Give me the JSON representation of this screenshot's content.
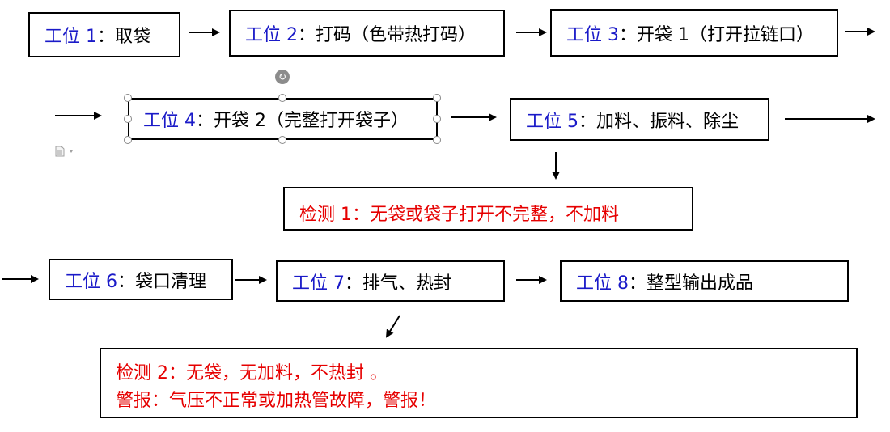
{
  "stations": [
    {
      "label": "工位 1",
      "sep": "：",
      "text": "取袋"
    },
    {
      "label": "工位 2",
      "sep": "：",
      "text": "打码（色带热打码）"
    },
    {
      "label": "工位 3",
      "sep": "：",
      "text": "开袋 1（打开拉链口）"
    },
    {
      "label": "工位 4",
      "sep": "：",
      "text": "开袋 2（完整打开袋子）"
    },
    {
      "label": "工位 5",
      "sep": "：",
      "text": "加料、振料、除尘"
    },
    {
      "label": "工位 6",
      "sep": "：",
      "text": "袋口清理"
    },
    {
      "label": "工位 7",
      "sep": "：",
      "text": "排气、热封"
    },
    {
      "label": "工位 8",
      "sep": "：",
      "text": "整型输出成品"
    }
  ],
  "detections": [
    {
      "lines": [
        "检测 1：无袋或袋子打开不完整，不加料"
      ]
    },
    {
      "lines": [
        "检测 2：无袋，无加料，不热封  。",
        "警报：气压不正常或加热管故障，警报！"
      ]
    }
  ],
  "colors": {
    "label": "#1a1ac8",
    "detection": "#e60000",
    "border": "#000000"
  },
  "icons": {
    "rotate": "rotate-handle-icon",
    "document": "paste-options-icon"
  }
}
